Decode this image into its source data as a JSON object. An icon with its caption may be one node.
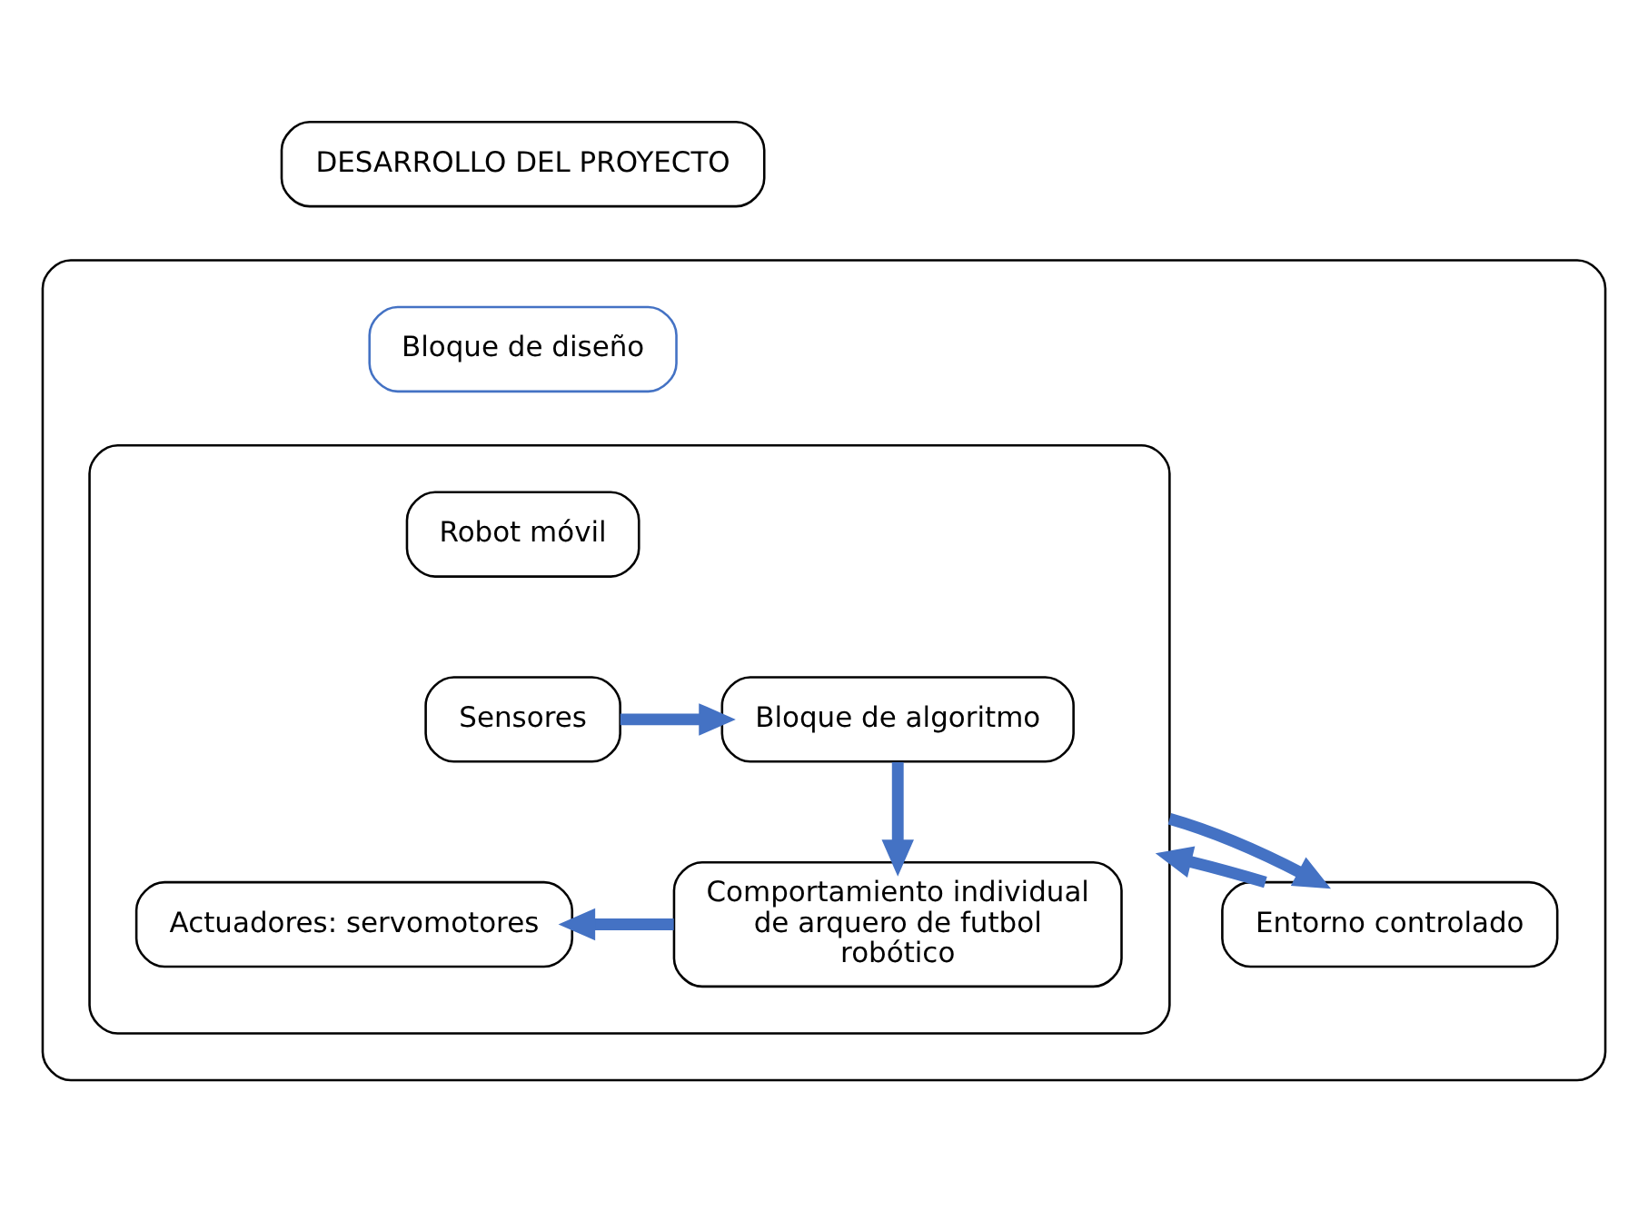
{
  "diagram": {
    "nodes": [
      {
        "text": [
          "DESARROLLO DEL PROYECTO"
        ]
      },
      {
        "text": [],
        "shape": "box"
      },
      {
        "text": [
          "Bloque de diseño"
        ],
        "in": 1
      },
      {
        "text": [
          "Entorno controlado"
        ],
        "in": 1
      },
      {
        "text": [],
        "shape": "box",
        "in": 1
      },
      {
        "text": [
          "Robot móvil"
        ],
        "in": 4
      },
      {
        "text": [
          "Sensores"
        ],
        "in": 4
      },
      {
        "text": [
          "Bloque de algoritmo"
        ],
        "in": 4
      },
      {
        "text": [
          "Comportamiento individual de arquero de futbol robótico"
        ],
        "in": 4
      },
      {
        "text": [
          "Actuadores: servomotores"
        ],
        "in": 4
      }
    ],
    "edges": [
      {
        "from": 3,
        "to": 4,
        "arrow": "to"
      },
      {
        "from": 6,
        "to": 7,
        "arrow": "to"
      },
      {
        "from": 7,
        "to": 8,
        "arrow": "to"
      },
      {
        "from": 8,
        "to": 9,
        "arrow": "to"
      },
      {
        "from": 4,
        "to": 3,
        "arrow": "to"
      }
    ]
  }
}
